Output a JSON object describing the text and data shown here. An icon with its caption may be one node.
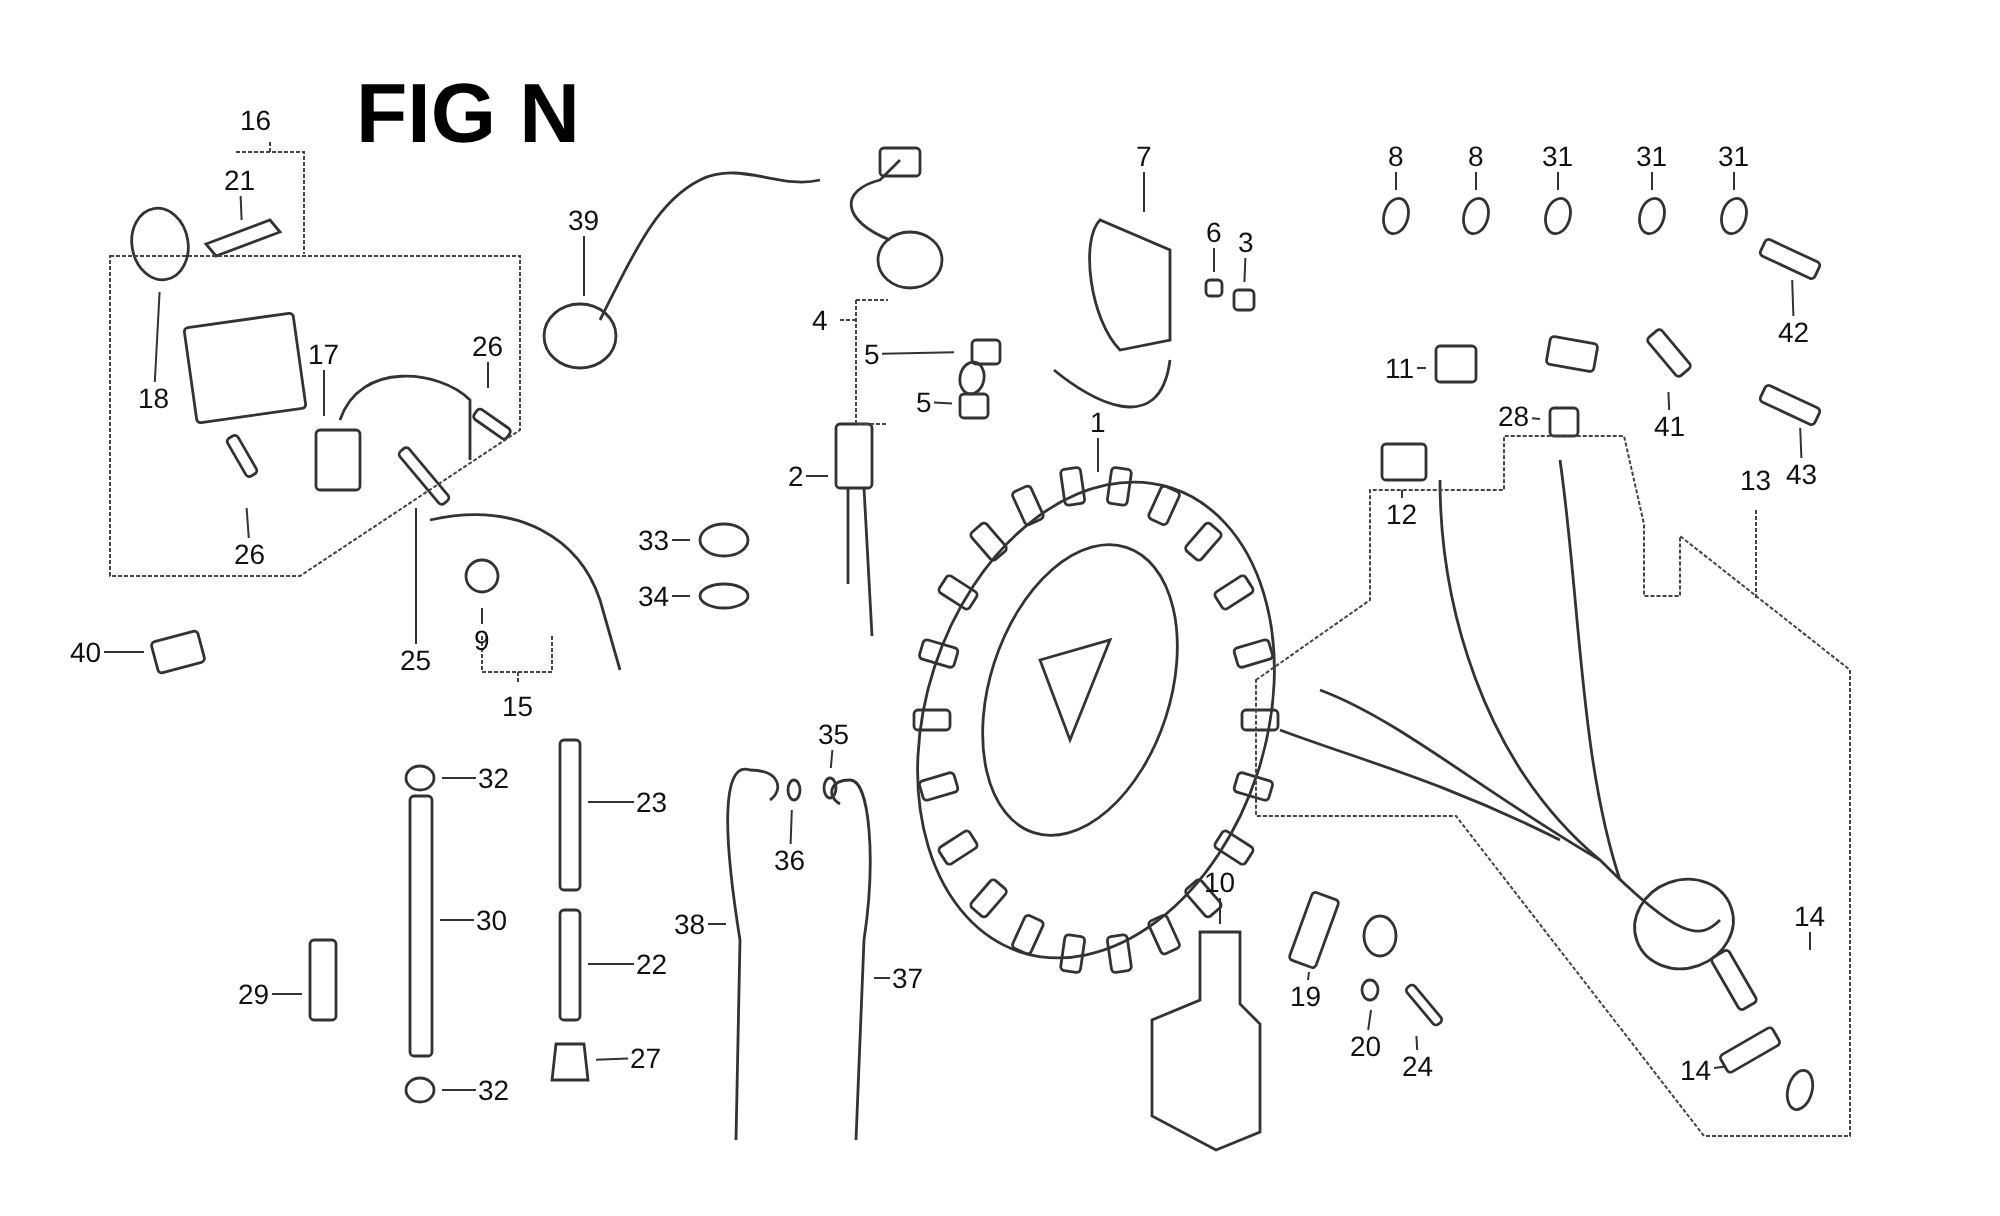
{
  "diagram": {
    "title": "FIG N",
    "nodes": [
      {
        "text": [
          "21"
        ]
      },
      {
        "text": [
          "18"
        ]
      },
      {
        "text": [
          "17"
        ]
      },
      {
        "text": [
          "26"
        ]
      },
      {
        "text": [
          "26"
        ]
      },
      {
        "text": [
          "39"
        ]
      },
      {
        "text": [
          "7"
        ]
      },
      {
        "text": [
          "6"
        ]
      },
      {
        "text": [
          "3"
        ]
      },
      {
        "text": [
          "8"
        ]
      },
      {
        "text": [
          "8"
        ]
      },
      {
        "text": [
          "31"
        ]
      },
      {
        "text": [
          "31"
        ]
      },
      {
        "text": [
          "31"
        ]
      },
      {
        "text": [
          "42"
        ]
      },
      {
        "text": [
          "5"
        ]
      },
      {
        "text": [
          "5"
        ]
      },
      {
        "text": [
          "11"
        ]
      },
      {
        "text": [
          "28"
        ]
      },
      {
        "text": [
          "41"
        ]
      },
      {
        "text": [
          "43"
        ]
      },
      {
        "text": [
          "12"
        ]
      },
      {
        "text": [
          "2"
        ]
      },
      {
        "text": [
          "1"
        ]
      },
      {
        "text": [
          "33"
        ]
      },
      {
        "text": [
          "34"
        ]
      },
      {
        "text": [
          "25"
        ]
      },
      {
        "text": [
          "9"
        ]
      },
      {
        "text": [
          "40"
        ]
      },
      {
        "text": [
          "32"
        ]
      },
      {
        "text": [
          "23"
        ]
      },
      {
        "text": [
          "35"
        ]
      },
      {
        "text": [
          "36"
        ]
      },
      {
        "text": [
          "10"
        ]
      },
      {
        "text": [
          "30"
        ]
      },
      {
        "text": [
          "22"
        ]
      },
      {
        "text": [
          "38"
        ]
      },
      {
        "text": [
          "37"
        ]
      },
      {
        "text": [
          "29"
        ]
      },
      {
        "text": [
          "14"
        ]
      },
      {
        "text": [
          "19"
        ]
      },
      {
        "text": [
          "20"
        ]
      },
      {
        "text": [
          "24"
        ]
      },
      {
        "text": [
          "27"
        ]
      },
      {
        "text": [
          "14"
        ]
      },
      {
        "text": [
          "32"
        ]
      }
    ],
    "edges": [
      {
        "from": 0,
        "to": null,
        "arrow": "none"
      },
      {
        "from": 1,
        "to": null,
        "arrow": "none"
      },
      {
        "from": 2,
        "to": null,
        "arrow": "none"
      },
      {
        "from": 3,
        "to": null,
        "arrow": "none"
      },
      {
        "from": 4,
        "to": null,
        "arrow": "none"
      },
      {
        "from": 5,
        "to": null,
        "arrow": "none"
      },
      {
        "from": 6,
        "to": null,
        "arrow": "none"
      },
      {
        "from": 7,
        "to": null,
        "arrow": "none"
      },
      {
        "from": 8,
        "to": null,
        "arrow": "none"
      },
      {
        "from": 9,
        "to": null,
        "arrow": "none"
      },
      {
        "from": 10,
        "to": null,
        "arrow": "none"
      },
      {
        "from": 11,
        "to": null,
        "arrow": "none"
      },
      {
        "from": 12,
        "to": null,
        "arrow": "none"
      },
      {
        "from": 13,
        "to": null,
        "arrow": "none"
      },
      {
        "from": 14,
        "to": null,
        "arrow": "none"
      },
      {
        "from": 15,
        "to": null,
        "arrow": "none"
      },
      {
        "from": 16,
        "to": null,
        "arrow": "none"
      },
      {
        "from": 17,
        "to": null,
        "arrow": "none"
      },
      {
        "from": 18,
        "to": null,
        "arrow": "none"
      },
      {
        "from": 19,
        "to": null,
        "arrow": "none"
      },
      {
        "from": 20,
        "to": null,
        "arrow": "none"
      },
      {
        "from": 21,
        "to": null,
        "arrow": "none"
      },
      {
        "from": 22,
        "to": null,
        "arrow": "none"
      },
      {
        "from": 23,
        "to": null,
        "arrow": "none"
      },
      {
        "from": 24,
        "to": null,
        "arrow": "none"
      },
      {
        "from": 25,
        "to": null,
        "arrow": "none"
      },
      {
        "from": 26,
        "to": null,
        "arrow": "none"
      },
      {
        "from": 27,
        "to": null,
        "arrow": "none"
      },
      {
        "from": 28,
        "to": null,
        "arrow": "none"
      },
      {
        "from": 29,
        "to": null,
        "arrow": "none"
      },
      {
        "from": 30,
        "to": null,
        "arrow": "none"
      },
      {
        "from": 31,
        "to": null,
        "arrow": "none"
      },
      {
        "from": 32,
        "to": null,
        "arrow": "none"
      },
      {
        "from": 33,
        "to": null,
        "arrow": "none"
      },
      {
        "from": 34,
        "to": null,
        "arrow": "none"
      },
      {
        "from": 35,
        "to": null,
        "arrow": "none"
      },
      {
        "from": 36,
        "to": null,
        "arrow": "none"
      },
      {
        "from": 37,
        "to": null,
        "arrow": "none"
      },
      {
        "from": 38,
        "to": null,
        "arrow": "none"
      },
      {
        "from": 39,
        "to": null,
        "arrow": "none"
      },
      {
        "from": 40,
        "to": null,
        "arrow": "none"
      },
      {
        "from": 41,
        "to": null,
        "arrow": "none"
      },
      {
        "from": 42,
        "to": null,
        "arrow": "none"
      },
      {
        "from": 43,
        "to": null,
        "arrow": "none"
      },
      {
        "from": 44,
        "to": null,
        "arrow": "none"
      },
      {
        "from": 45,
        "to": null,
        "arrow": "none"
      }
    ],
    "labels": [
      "16",
      "4",
      "13",
      "15"
    ]
  }
}
